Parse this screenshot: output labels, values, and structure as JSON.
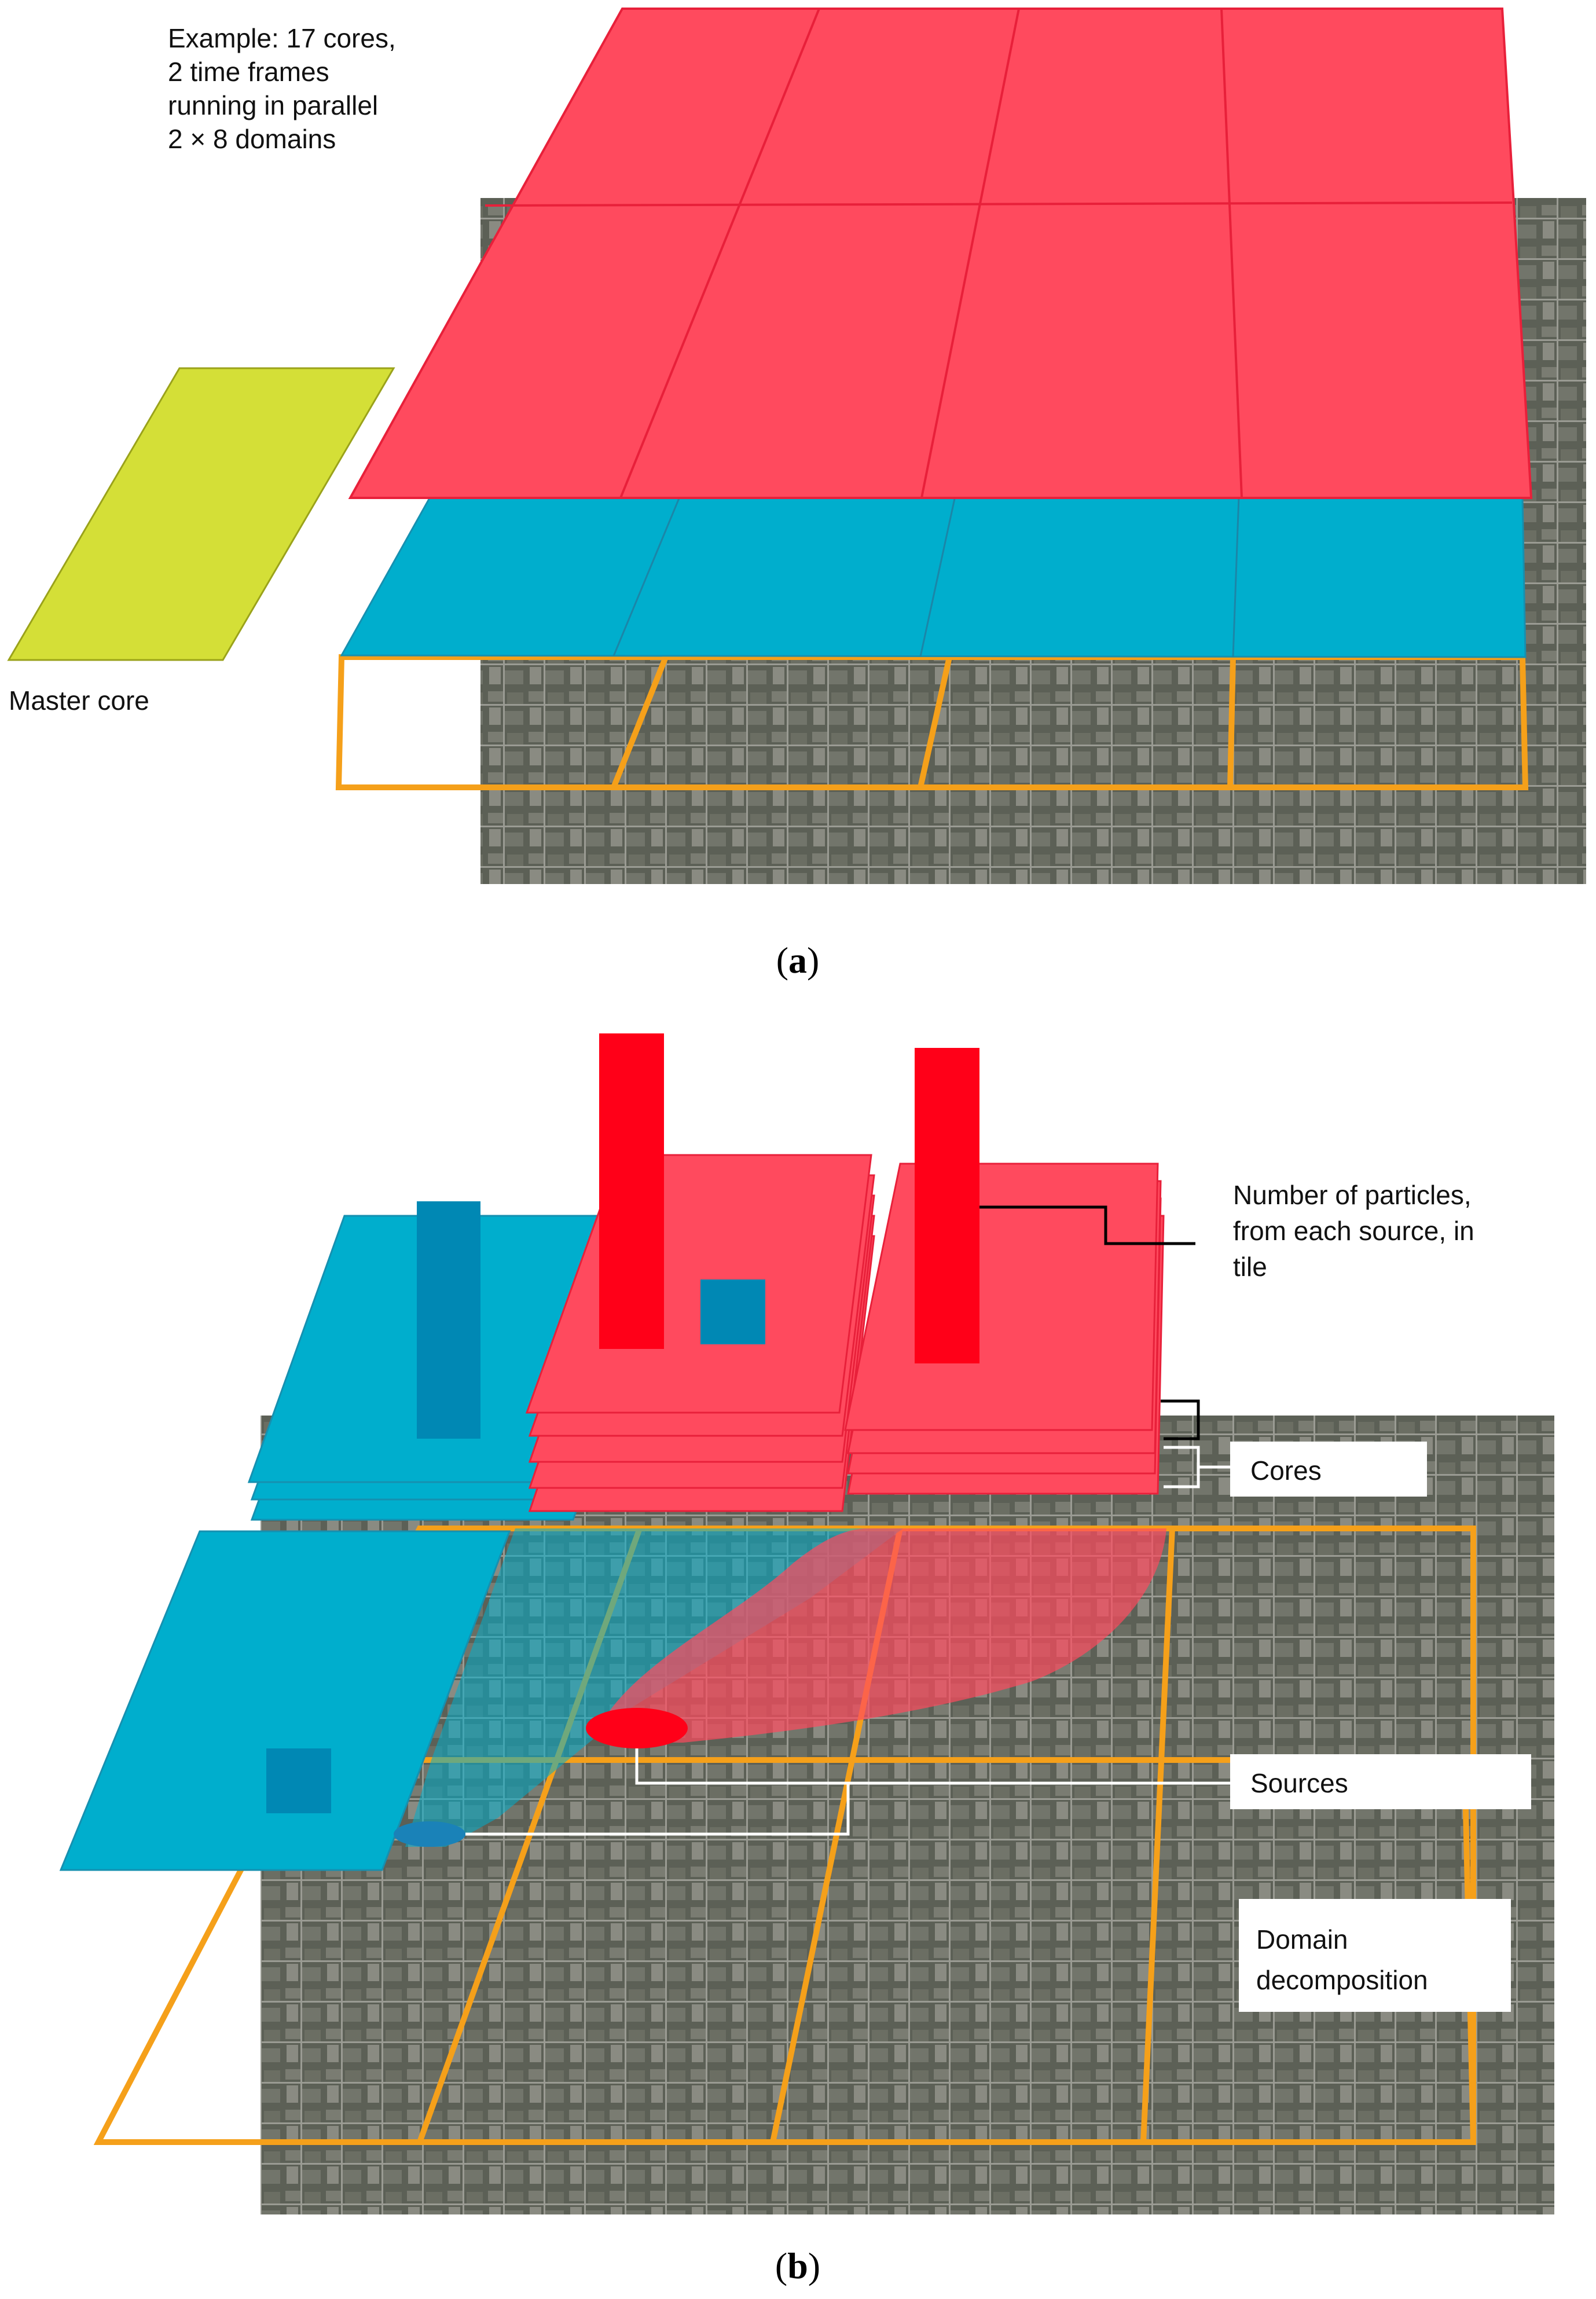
{
  "panel_a": {
    "caption_open": "(",
    "caption_letter": "a",
    "caption_close": ")",
    "example_lines": [
      "Example: 17 cores,",
      "2 time frames",
      "running in parallel",
      "2 × 8 domains"
    ],
    "master_core_label": "Master core"
  },
  "panel_b": {
    "caption_open": "(",
    "caption_letter": "b",
    "caption_close": ")",
    "particles_lines": [
      "Number of particles,",
      "from each source, in",
      "tile"
    ],
    "cores_label": "Cores",
    "sources_label": "Sources",
    "domain_lines": [
      "Domain",
      "decomposition"
    ]
  },
  "colors": {
    "red_layer": "#ff4a5e",
    "blue_layer": "#00aecd",
    "master_core": "#d4df37",
    "domain_grid": "#f5a01a",
    "particle_bar_red": "#ff0018",
    "particle_bar_blue": "#0088b4",
    "map_background": "#5f6358"
  }
}
